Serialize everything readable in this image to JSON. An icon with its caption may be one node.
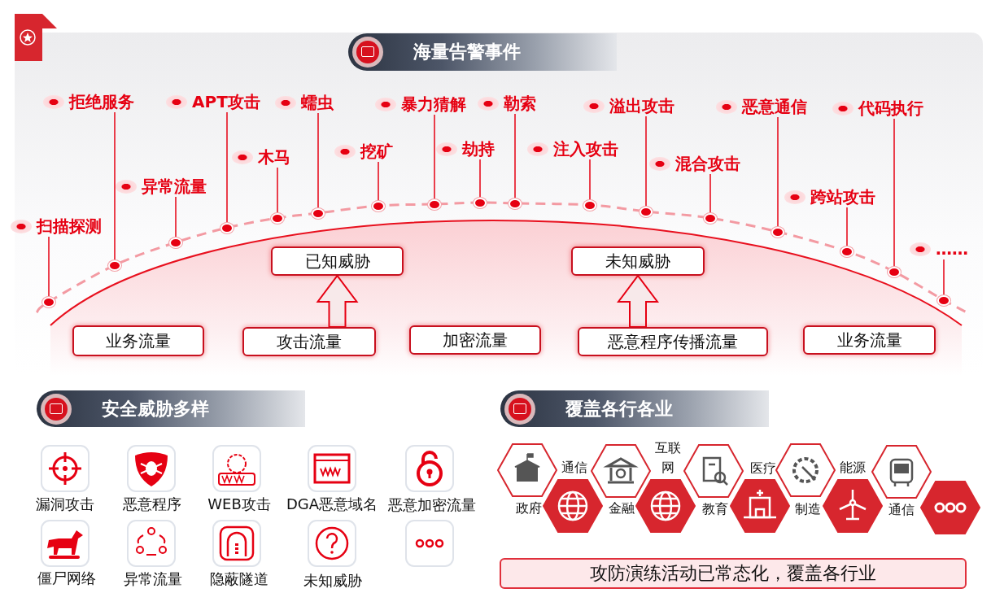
{
  "diagram": {
    "nodes": [
      {
        "text": [
          "海量告警事件"
        ]
      },
      {
        "text": [
          "扫描探测"
        ]
      },
      {
        "text": [
          "拒绝服务"
        ]
      },
      {
        "text": [
          "异常流量"
        ]
      },
      {
        "text": [
          "APT攻击"
        ]
      },
      {
        "text": [
          "木马"
        ]
      },
      {
        "text": [
          "蠕虫"
        ]
      },
      {
        "text": [
          "挖矿"
        ]
      },
      {
        "text": [
          "暴力猜解"
        ]
      },
      {
        "text": [
          "劫持"
        ]
      },
      {
        "text": [
          "勒索"
        ]
      },
      {
        "text": [
          "注入攻击"
        ]
      },
      {
        "text": [
          "溢出攻击"
        ]
      },
      {
        "text": [
          "混合攻击"
        ]
      },
      {
        "text": [
          "恶意通信"
        ]
      },
      {
        "text": [
          "跨站攻击"
        ]
      },
      {
        "text": [
          "代码执行"
        ]
      },
      {
        "text": [
          "……"
        ]
      },
      {
        "text": [],
        "shape": "circle"
      },
      {
        "text": [],
        "shape": "circle"
      },
      {
        "text": [],
        "shape": "circle"
      },
      {
        "text": [],
        "shape": "circle"
      },
      {
        "text": [],
        "shape": "circle"
      },
      {
        "text": [],
        "shape": "circle"
      },
      {
        "text": [],
        "shape": "circle"
      },
      {
        "text": [],
        "shape": "circle"
      },
      {
        "text": [],
        "shape": "circle"
      },
      {
        "text": [],
        "shape": "circle"
      },
      {
        "text": [],
        "shape": "circle"
      },
      {
        "text": [],
        "shape": "circle"
      },
      {
        "text": [],
        "shape": "circle"
      },
      {
        "text": [],
        "shape": "circle"
      },
      {
        "text": [],
        "shape": "circle"
      },
      {
        "text": [],
        "shape": "circle"
      },
      {
        "text": [],
        "shape": "circle"
      },
      {
        "text": [
          "已知威胁"
        ]
      },
      {
        "text": [
          "未知威胁"
        ]
      },
      {
        "text": [
          "业务流量"
        ]
      },
      {
        "text": [
          "攻击流量"
        ]
      },
      {
        "text": [
          "加密流量"
        ]
      },
      {
        "text": [
          "恶意程序传播流量"
        ]
      },
      {
        "text": [
          "业务流量"
        ]
      },
      {
        "text": [
          "安全威胁多样"
        ]
      },
      {
        "text": [
          "覆盖各行各业"
        ]
      },
      {
        "text": [
          "攻防演练活动已常态化，覆盖各行业"
        ]
      }
    ],
    "edges": [
      {
        "from": 1,
        "to": 18,
        "arrow": "none"
      },
      {
        "from": 2,
        "to": 19,
        "arrow": "none"
      },
      {
        "from": 3,
        "to": 20,
        "arrow": "none"
      },
      {
        "from": 4,
        "to": 21,
        "arrow": "none"
      },
      {
        "from": 5,
        "to": 22,
        "arrow": "none"
      },
      {
        "from": 6,
        "to": 23,
        "arrow": "none"
      },
      {
        "from": 7,
        "to": 24,
        "arrow": "none"
      },
      {
        "from": 8,
        "to": 25,
        "arrow": "none"
      },
      {
        "from": 9,
        "to": 26,
        "arrow": "none"
      },
      {
        "from": 10,
        "to": 27,
        "arrow": "none"
      },
      {
        "from": 11,
        "to": 28,
        "arrow": "none"
      },
      {
        "from": 12,
        "to": 29,
        "arrow": "none"
      },
      {
        "from": 13,
        "to": 30,
        "arrow": "none"
      },
      {
        "from": 14,
        "to": 31,
        "arrow": "none"
      },
      {
        "from": 15,
        "to": 32,
        "arrow": "none"
      },
      {
        "from": 16,
        "to": 33,
        "arrow": "none"
      },
      {
        "from": 17,
        "to": 34,
        "arrow": "none"
      },
      {
        "from": 38,
        "to": 35,
        "arrow": "to"
      },
      {
        "from": 40,
        "to": 36,
        "arrow": "to"
      }
    ],
    "labels": [
      "漏洞攻击",
      "恶意程序",
      "WEB攻击",
      "DGA恶意域名",
      "恶意加密流量",
      "僵尸网络",
      "异常流量",
      "隐蔽隧道",
      "未知威胁",
      "通信",
      "互联网",
      "医疗",
      "能源",
      "政府",
      "金融",
      "教育",
      "制造",
      "通信"
    ]
  }
}
